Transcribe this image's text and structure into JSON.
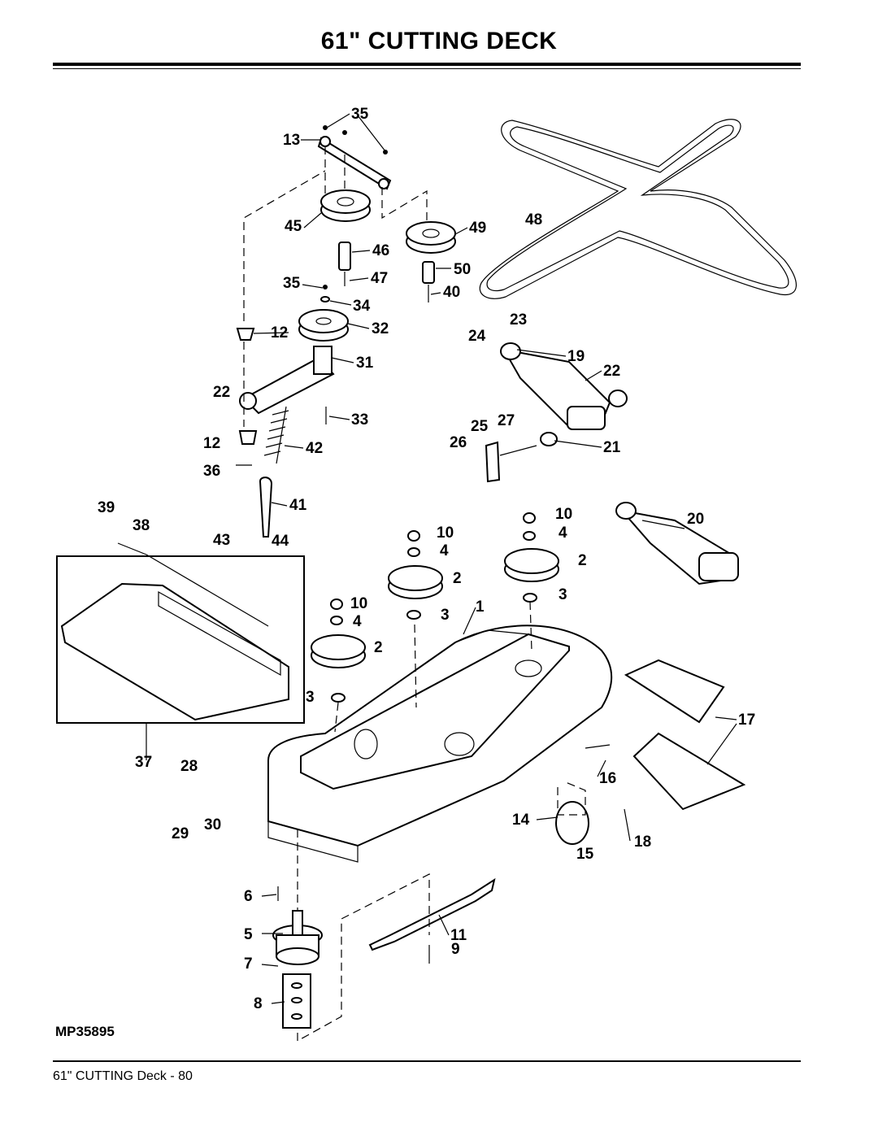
{
  "page": {
    "title": "61\" CUTTING DECK",
    "footer": "61\" CUTTING Deck - 80"
  },
  "diagram": {
    "code": "MP35895",
    "callouts": [
      "35",
      "13",
      "45",
      "49",
      "48",
      "46",
      "50",
      "47",
      "35",
      "40",
      "34",
      "12",
      "32",
      "23",
      "24",
      "31",
      "19",
      "22",
      "22",
      "33",
      "25",
      "27",
      "12",
      "42",
      "26",
      "21",
      "36",
      "41",
      "39",
      "38",
      "10",
      "4",
      "10",
      "20",
      "43",
      "44",
      "4",
      "2",
      "10",
      "2",
      "4",
      "3",
      "1",
      "2",
      "3",
      "3",
      "17",
      "37",
      "28",
      "16",
      "30",
      "14",
      "29",
      "18",
      "15",
      "6",
      "5",
      "11",
      "9",
      "7",
      "8"
    ]
  }
}
